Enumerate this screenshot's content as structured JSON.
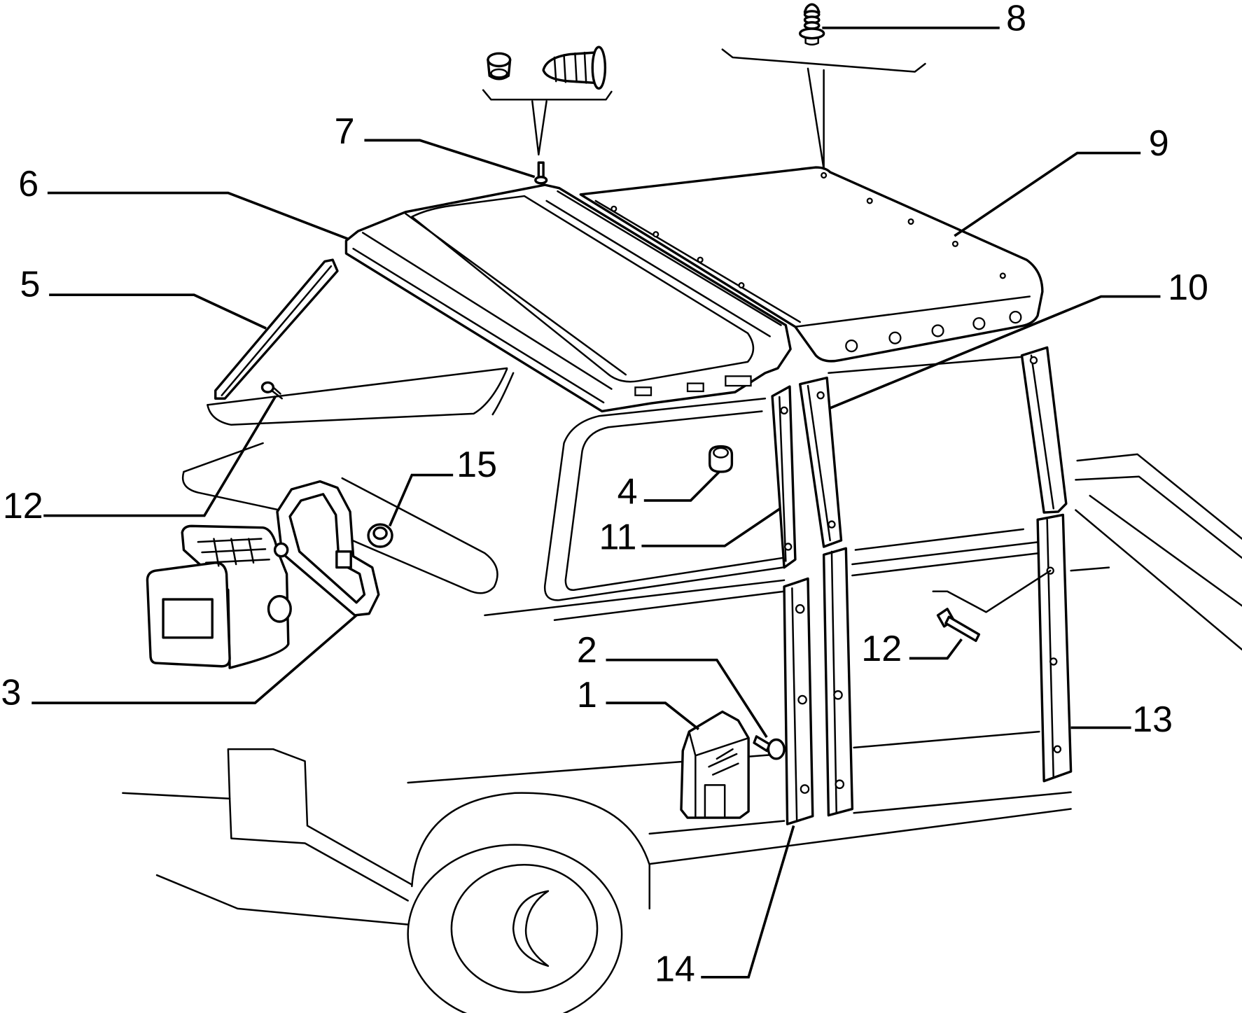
{
  "callouts": {
    "part_1": "1",
    "part_2": "2",
    "part_3": "3",
    "part_4": "4",
    "part_5": "5",
    "part_6": "6",
    "part_7": "7",
    "part_8": "8",
    "part_9": "9",
    "part_10": "10",
    "part_11": "11",
    "part_12_left": "12",
    "part_12_right": "12",
    "part_13": "13",
    "part_14": "14",
    "part_15": "15"
  },
  "colors": {
    "line": "#000000",
    "background": "#ffffff"
  }
}
